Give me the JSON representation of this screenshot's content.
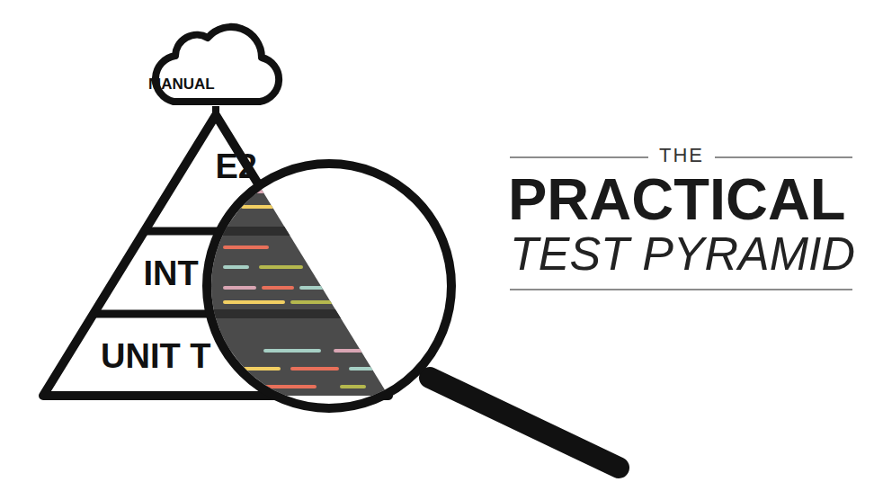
{
  "diagram": {
    "nodes": [
      {
        "text": [
          "MANUAL"
        ]
      },
      {
        "text": [
          "E2"
        ]
      },
      {
        "text": [
          "INT"
        ]
      },
      {
        "text": [
          "UNIT T"
        ]
      }
    ],
    "edges": [
      {
        "from": 0,
        "to": 1,
        "arrow": "none"
      }
    ],
    "labels": [
      "THE",
      "PRACTICAL",
      "TEST PYRAMID"
    ]
  }
}
